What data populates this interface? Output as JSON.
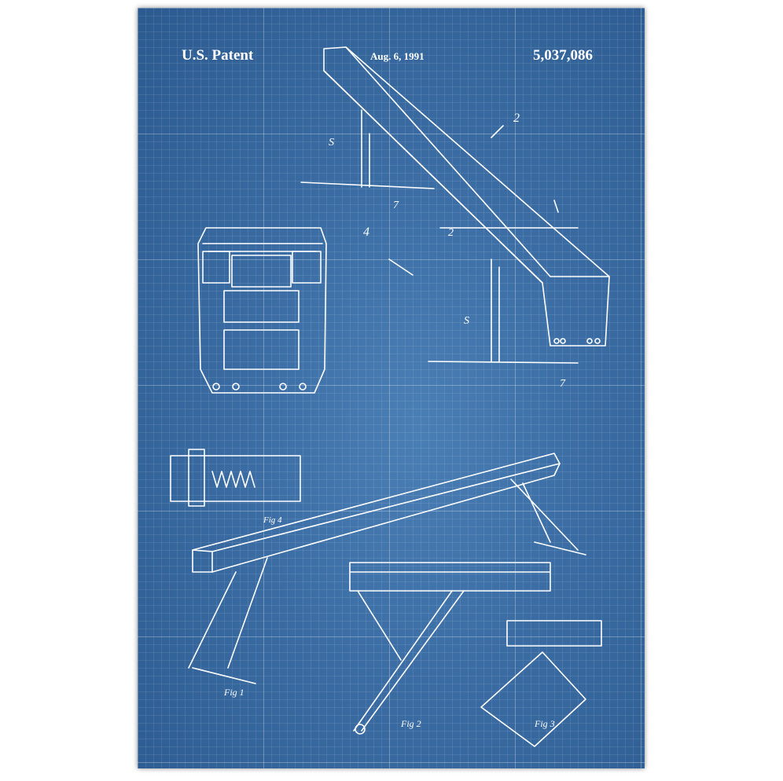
{
  "header": {
    "title": "U.S. Patent",
    "date": "Aug. 6, 1991",
    "patent_number": "5,037,086"
  },
  "figure_labels": [
    "Fig 1",
    "Fig 2",
    "Fig 3",
    "Fig 4"
  ],
  "colors": {
    "background": "#3a6ca3",
    "ink": "#ffffff",
    "frame": "#ffffff"
  }
}
